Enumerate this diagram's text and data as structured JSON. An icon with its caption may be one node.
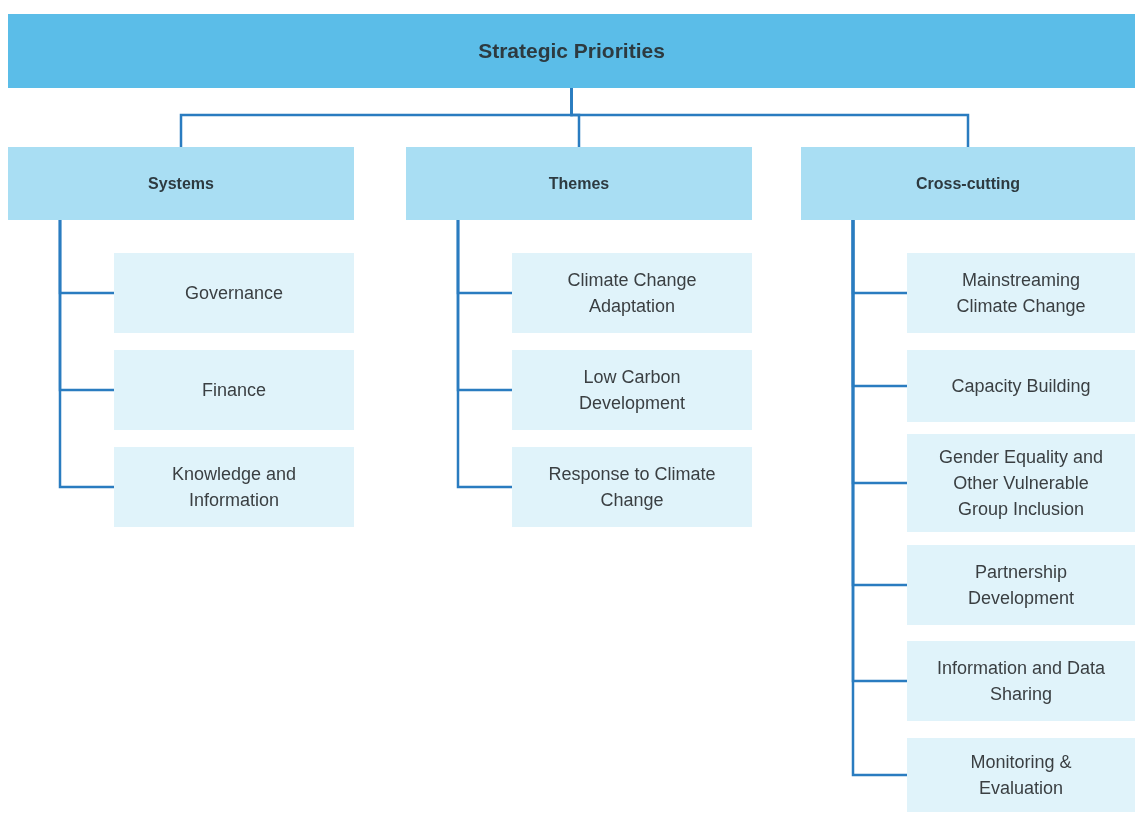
{
  "diagram": {
    "nodes": [
      {
        "text": [
          "Strategic Priorities"
        ]
      },
      {
        "text": [
          "Systems"
        ]
      },
      {
        "text": [
          "Themes"
        ]
      },
      {
        "text": [
          "Cross-cutting"
        ]
      },
      {
        "text": [
          "Governance"
        ]
      },
      {
        "text": [
          "Finance"
        ]
      },
      {
        "text": [
          "Knowledge and Information"
        ]
      },
      {
        "text": [
          "Climate Change Adaptation"
        ]
      },
      {
        "text": [
          "Low Carbon Development"
        ]
      },
      {
        "text": [
          "Response to Climate Change"
        ]
      },
      {
        "text": [
          "Mainstreaming Climate Change"
        ]
      },
      {
        "text": [
          "Capacity Building"
        ]
      },
      {
        "text": [
          "Gender Equality and Other Vulnerable Group Inclusion"
        ]
      },
      {
        "text": [
          "Partnership Development"
        ]
      },
      {
        "text": [
          "Information and Data Sharing"
        ]
      },
      {
        "text": [
          "Monitoring & Evaluation"
        ]
      }
    ],
    "edges": [
      {
        "from": 0,
        "to": 1,
        "arrow": "none"
      },
      {
        "from": 0,
        "to": 2,
        "arrow": "none"
      },
      {
        "from": 0,
        "to": 3,
        "arrow": "none"
      },
      {
        "from": 1,
        "to": 4,
        "arrow": "none"
      },
      {
        "from": 1,
        "to": 5,
        "arrow": "none"
      },
      {
        "from": 1,
        "to": 6,
        "arrow": "none"
      },
      {
        "from": 2,
        "to": 7,
        "arrow": "none"
      },
      {
        "from": 2,
        "to": 8,
        "arrow": "none"
      },
      {
        "from": 2,
        "to": 9,
        "arrow": "none"
      },
      {
        "from": 3,
        "to": 10,
        "arrow": "none"
      },
      {
        "from": 3,
        "to": 11,
        "arrow": "none"
      },
      {
        "from": 3,
        "to": 12,
        "arrow": "none"
      },
      {
        "from": 3,
        "to": 13,
        "arrow": "none"
      },
      {
        "from": 3,
        "to": 14,
        "arrow": "none"
      },
      {
        "from": 3,
        "to": 15,
        "arrow": "none"
      }
    ]
  }
}
